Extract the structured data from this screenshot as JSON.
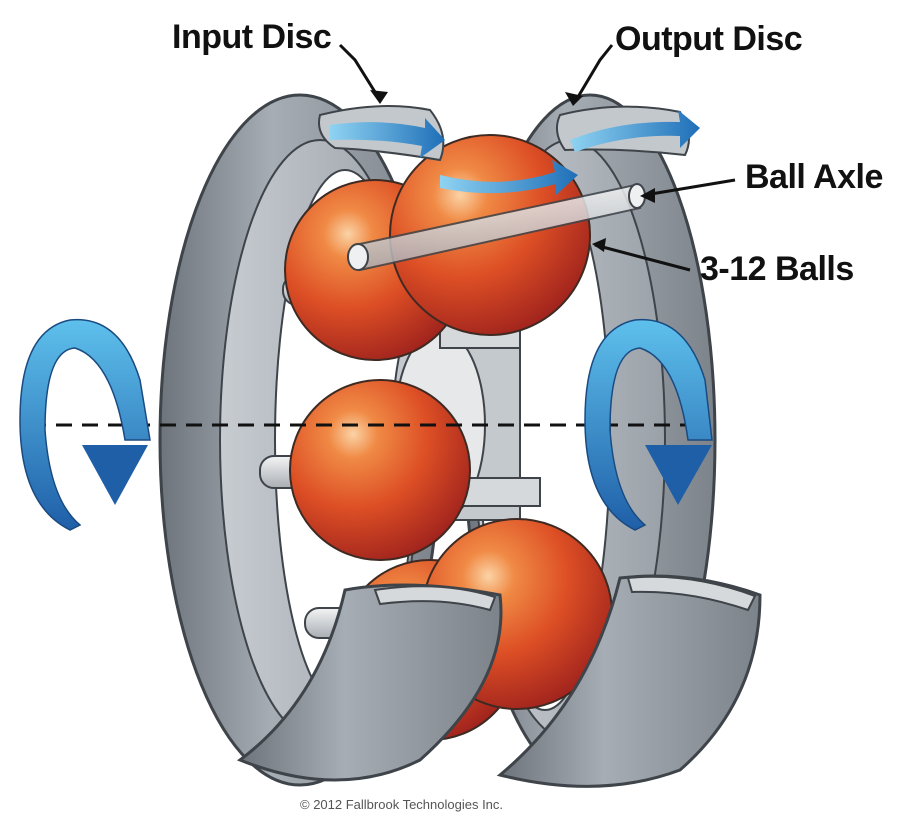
{
  "labels": {
    "input_disc": "Input Disc",
    "output_disc": "Output Disc",
    "ball_axle": "Ball Axle",
    "balls": "3-12 Balls"
  },
  "copyright": "© 2012 Fallbrook Technologies Inc.",
  "colors": {
    "disc_gray": "#8d949b",
    "disc_dark": "#5f666d",
    "disc_light": "#c9ced3",
    "ball_orange": "#e0572a",
    "ball_dark": "#a8261f",
    "rotation_arrow": "#3fa9e0",
    "rotation_arrow_dark": "#1f5fa8",
    "axle": "#d9dcdf"
  },
  "icons": {
    "rotation_left": "curved-rotation-arrow-icon",
    "rotation_right": "curved-rotation-arrow-icon",
    "flow_arrow": "blue-flow-arrow-icon"
  }
}
